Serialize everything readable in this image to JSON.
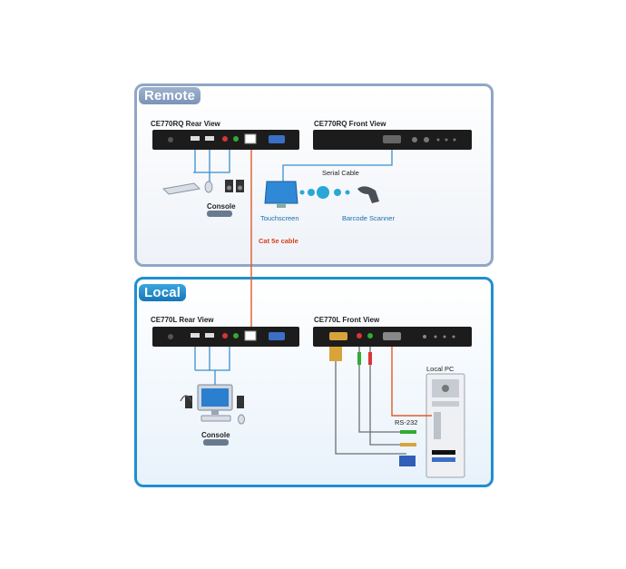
{
  "remote": {
    "title": "Remote",
    "rear_view": "CE770RQ Rear View",
    "front_view": "CE770RQ Front View",
    "serial_cable": "Serial Cable",
    "touchscreen": "Touchscreen",
    "barcode_scanner": "Barcode Scanner",
    "console": "Console"
  },
  "cable": "Cat 5e cable",
  "local": {
    "title": "Local",
    "rear_view": "CE770L Rear View",
    "front_view": "CE770L Front View",
    "local_pc": "Local PC",
    "rs232": "RS-232",
    "console": "Console"
  },
  "colors": {
    "remote_border": "#8fa6c6",
    "local_border": "#1f8fd0",
    "cable": "#e05a2a",
    "connection": "#3a8fcf"
  }
}
